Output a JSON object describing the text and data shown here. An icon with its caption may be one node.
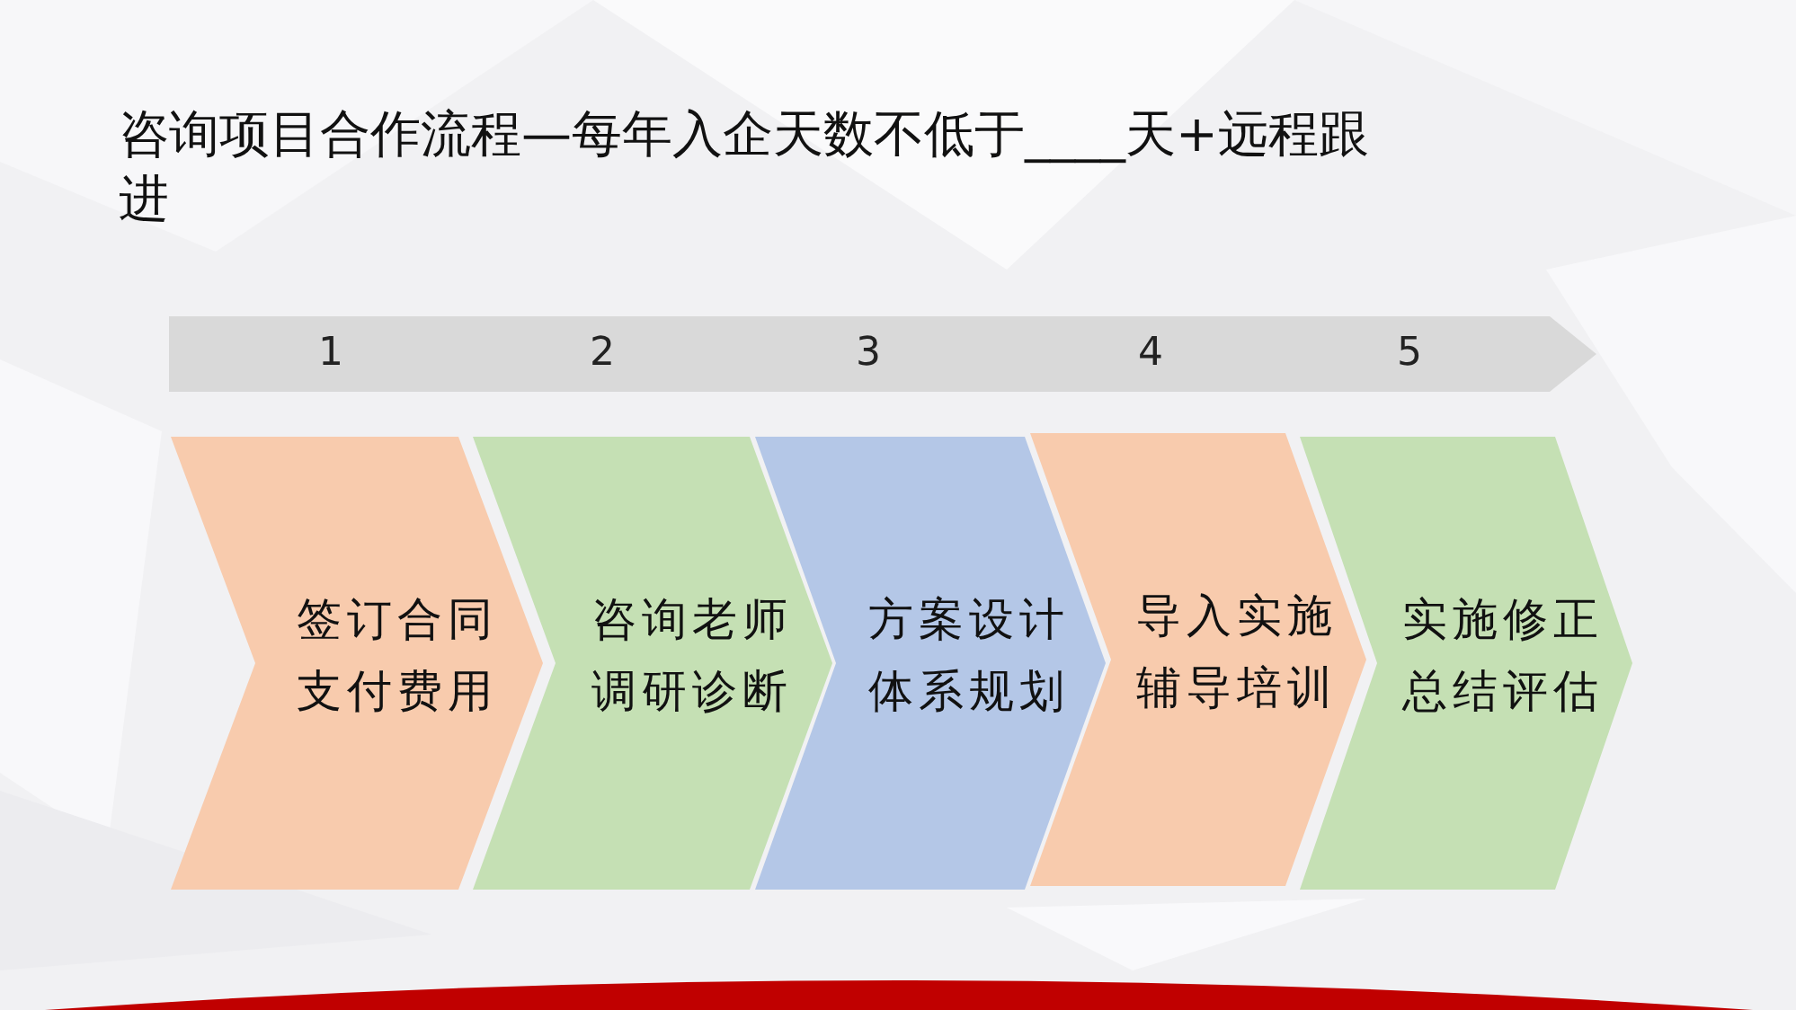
{
  "diagram": {
    "title": "咨询项目合作流程—每年入企天数不低于____天+远程跟进",
    "nodes": [
      {
        "text": [
          "1",
          "2",
          "3",
          "4",
          "5"
        ]
      },
      {
        "text": [
          "签订合同支付费用"
        ]
      },
      {
        "text": [
          "咨询老师调研诊断"
        ]
      },
      {
        "text": [
          "方案设计体系规划"
        ]
      },
      {
        "text": [
          "导入实施辅导培训"
        ]
      },
      {
        "text": [
          "实施修正总结评估"
        ]
      }
    ]
  }
}
